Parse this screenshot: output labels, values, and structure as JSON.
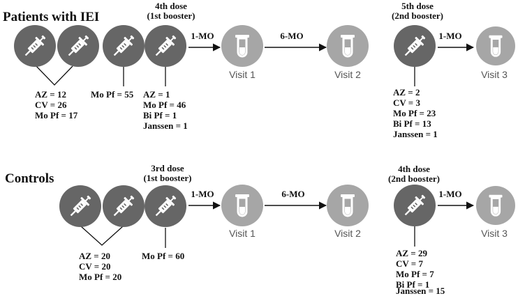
{
  "colors": {
    "syringe_circle": "#666666",
    "tube_circle": "#a6a6a6",
    "icon": "#ffffff",
    "line": "#111111",
    "visit_text": "#555555"
  },
  "icons": {
    "syringe": "syringe-icon",
    "tube": "test-tube-icon"
  },
  "iei": {
    "title": "Patients with IEI",
    "dose_4_header": [
      "4th dose",
      "(1st booster)"
    ],
    "dose_5_header": [
      "5th dose",
      "(2nd booster)"
    ],
    "primary_doses": [
      "AZ = 12",
      "CV = 26",
      "Mo Pf = 17"
    ],
    "third_dose": [
      "Mo Pf = 55"
    ],
    "booster_1": [
      "AZ = 1",
      "Mo Pf = 46",
      "Bi Pf = 1",
      "Janssen = 1"
    ],
    "booster_2": [
      "AZ = 2",
      "CV = 3",
      "Mo Pf = 23",
      "Bi Pf = 13",
      "Janssen = 1"
    ],
    "interval_1": "1-MO",
    "interval_2": "6-MO",
    "interval_3": "1-MO",
    "visit_1": "Visit 1",
    "visit_2": "Visit 2",
    "visit_3": "Visit 3"
  },
  "controls": {
    "title": "Controls",
    "dose_3_header": [
      "3rd dose",
      "(1st booster)"
    ],
    "dose_4_header": [
      "4th dose",
      "(2nd booster)"
    ],
    "primary_doses": [
      "AZ = 20",
      "CV = 20",
      "Mo Pf = 20"
    ],
    "booster_1": [
      "Mo Pf = 60"
    ],
    "booster_2": [
      "AZ = 29",
      "CV = 7",
      "Mo Pf = 7",
      "Bi Pf = 1",
      "Janssen = 15"
    ],
    "interval_1": "1-MO",
    "interval_2": "6-MO",
    "interval_3": "1-MO",
    "visit_1": "Visit 1",
    "visit_2": "Visit 2",
    "visit_3": "Visit 3"
  }
}
